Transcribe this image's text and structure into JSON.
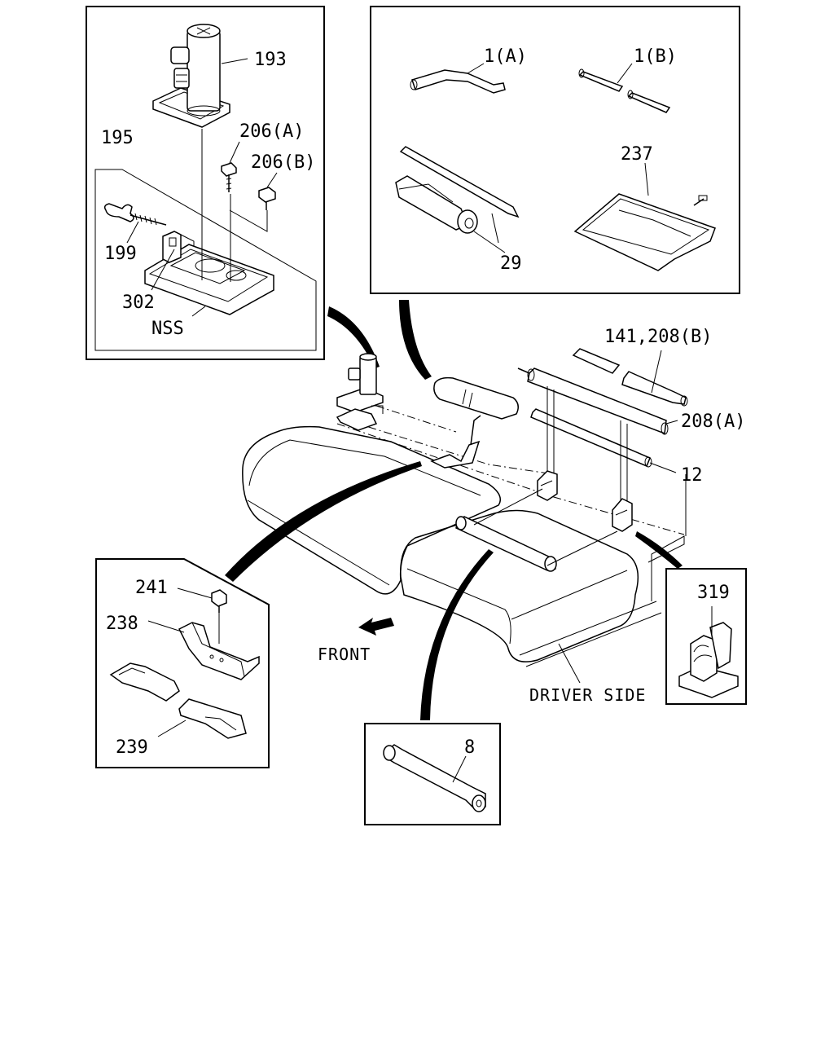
{
  "labels": {
    "p193": "193",
    "p195": "195",
    "p206a": "206(A)",
    "p206b": "206(B)",
    "p199": "199",
    "p302": "302",
    "nss": "NSS",
    "p1a": "1(A)",
    "p1b": "1(B)",
    "p237": "237",
    "p29": "29",
    "p141_208b": "141,208(B)",
    "p208a": "208(A)",
    "p12": "12",
    "p241": "241",
    "p238": "238",
    "p239": "239",
    "front": "FRONT",
    "p319": "319",
    "driver_side": "DRIVER SIDE",
    "p8": "8"
  }
}
